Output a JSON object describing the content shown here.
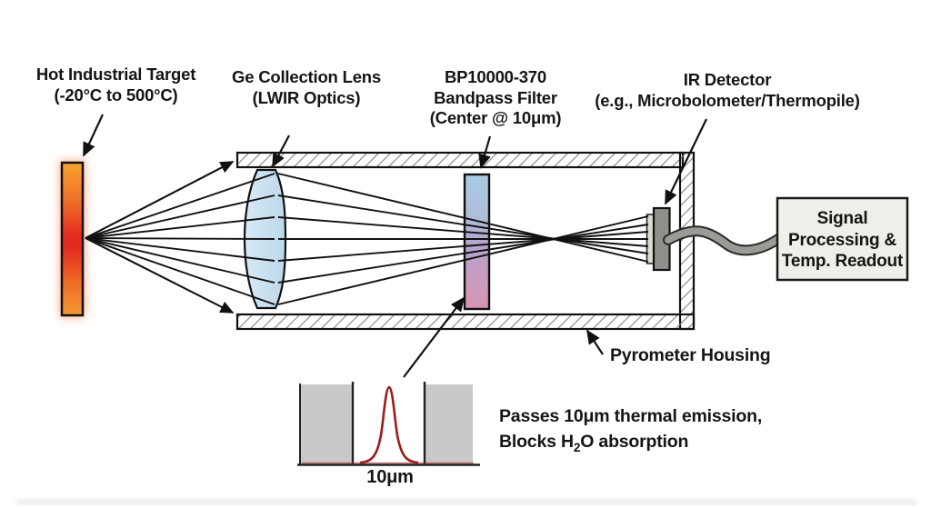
{
  "figure": {
    "title_semantic": "IR pyrometer optical path diagram",
    "labels": {
      "target_line1": "Hot Industrial Target",
      "target_line2": "(-20°C to 500°C)",
      "lens_line1": "Ge Collection Lens",
      "lens_line2": "(LWIR Optics)",
      "filter_line1": "BP10000-370",
      "filter_line2": "Bandpass Filter",
      "filter_line3": "(Center @ 10μm)",
      "detector_line1": "IR Detector",
      "detector_line2": "(e.g., Microbolometer/Thermopile)",
      "signal_line1": "Signal",
      "signal_line2": "Processing &",
      "signal_line3": "Temp. Readout",
      "housing": "Pyrometer Housing",
      "note_line1": "Passes 10μm thermal emission,",
      "note_line2_prefix": "Blocks H",
      "note_line2_sub": "2",
      "note_line2_suffix": "O absorption",
      "plot_x_label": "10μm"
    },
    "colors": {
      "target_hot_top": "#f7a532",
      "target_hot_core": "#e32b20",
      "target_glow": "#ff6a33",
      "lens_glass": "#c3dcee",
      "filter_top": "#a9cbe3",
      "filter_mid": "#b3a6cd",
      "filter_bottom": "#d795b2",
      "detector_body": "#8f8f8c",
      "detector_faceplate": "#dddbd2",
      "cable": "#9a9a96",
      "signal_box_fill": "#efeee8",
      "plot_block": "#c9c9c9",
      "plot_curve": "#9b1c1c",
      "line": "#111111"
    },
    "plot": {
      "type": "line",
      "x_label": "10μm",
      "meaning": "narrow passband centered at 10μm between two blocked bands"
    }
  }
}
